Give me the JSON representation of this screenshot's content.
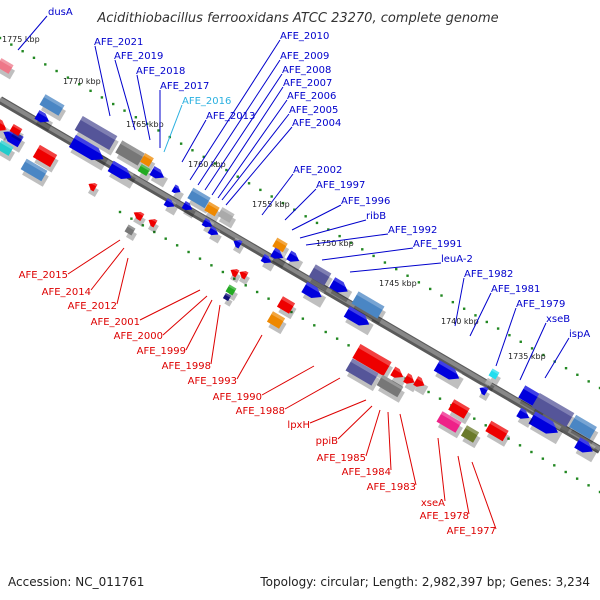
{
  "title": "Acidithiobacillus ferrooxidans ATCC 23270, complete genome",
  "footer": {
    "accession": "Accession: NC_011761",
    "summary": "Topology: circular; Length: 2,982,397 bp; Genes: 3,234"
  },
  "colors": {
    "forward_label": "#0000cc",
    "reverse_label": "#dd0000",
    "highlight_label": "#2ab0e0",
    "backbone": "#888888",
    "tick": "#228822"
  },
  "scale_labels": [
    "1775 kbp",
    "1770 kbp",
    "1765 kbp",
    "1760 kbp",
    "1755 kbp",
    "1750 kbp",
    "1745 kbp",
    "1740 kbp",
    "1735 kbp"
  ],
  "forward_labels": [
    "dusA",
    "AFE_2021",
    "AFE_2019",
    "AFE_2018",
    "AFE_2017",
    "AFE_2016",
    "AFE_2013",
    "AFE_2010",
    "AFE_2009",
    "AFE_2008",
    "AFE_2007",
    "AFE_2006",
    "AFE_2005",
    "AFE_2004",
    "AFE_2002",
    "AFE_1997",
    "AFE_1996",
    "ribB",
    "AFE_1992",
    "AFE_1991",
    "leuA-2",
    "AFE_1982",
    "AFE_1981",
    "AFE_1979",
    "xseB",
    "ispA"
  ],
  "reverse_labels": [
    "AFE_2015",
    "AFE_2014",
    "AFE_2012",
    "AFE_2001",
    "AFE_2000",
    "AFE_1999",
    "AFE_1998",
    "AFE_1993",
    "AFE_1990",
    "AFE_1988",
    "lpxH",
    "ppiB",
    "AFE_1985",
    "AFE_1984",
    "AFE_1983",
    "xseA",
    "AFE_1978",
    "AFE_1977"
  ]
}
